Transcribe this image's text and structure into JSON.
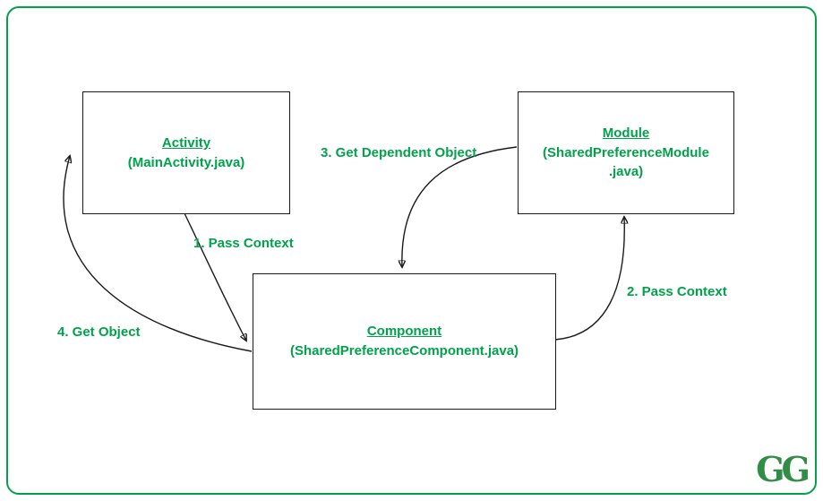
{
  "accent_color": "#00a24b",
  "nodes": {
    "activity": {
      "title": "Activity",
      "subtitle": "(MainActivity.java)"
    },
    "module": {
      "title": "Module",
      "subtitle_line1": "(SharedPreferenceModule",
      "subtitle_line2": ".java)"
    },
    "component": {
      "title": "Component",
      "subtitle": "(SharedPreferenceComponent.java)"
    }
  },
  "edge_labels": {
    "pass_context_1": "1. Pass Context",
    "pass_context_2": "2. Pass Context",
    "get_dependent_object": "3. Get Dependent Object",
    "get_object": "4. Get Object"
  },
  "logo_text": "GG"
}
